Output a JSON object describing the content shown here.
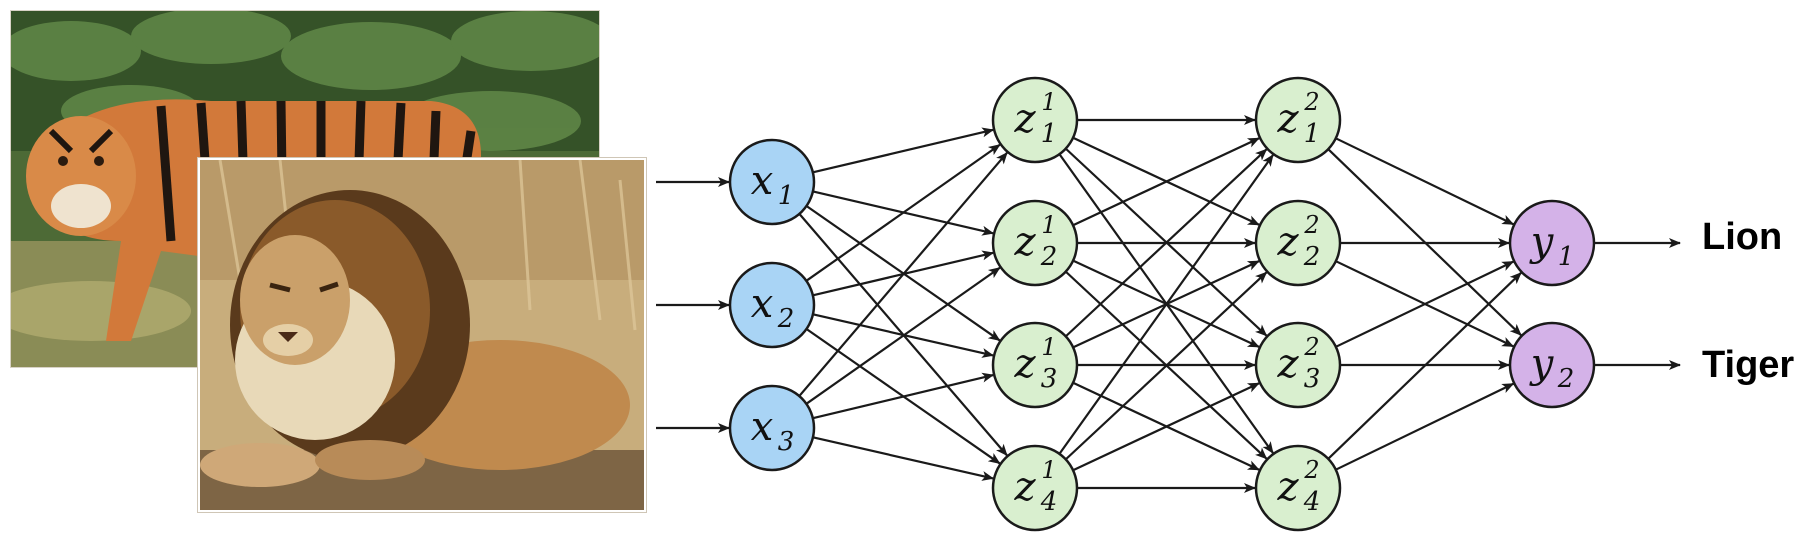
{
  "colors": {
    "input_fill": "#a9d4f5",
    "hidden_fill": "#d9efcf",
    "output_fill": "#d4b2e8",
    "stroke": "#1a1a1a"
  },
  "images": [
    {
      "name": "tiger-photo",
      "subject": "tiger"
    },
    {
      "name": "lion-photo",
      "subject": "lion"
    }
  ],
  "layers": [
    {
      "id": "input",
      "nodes": [
        {
          "base": "x",
          "sub": "1"
        },
        {
          "base": "x",
          "sub": "2"
        },
        {
          "base": "x",
          "sub": "3"
        }
      ]
    },
    {
      "id": "hidden1",
      "nodes": [
        {
          "base": "z",
          "sub": "1",
          "sup": "1"
        },
        {
          "base": "z",
          "sub": "2",
          "sup": "1"
        },
        {
          "base": "z",
          "sub": "3",
          "sup": "1"
        },
        {
          "base": "z",
          "sub": "4",
          "sup": "1"
        }
      ]
    },
    {
      "id": "hidden2",
      "nodes": [
        {
          "base": "z",
          "sub": "1",
          "sup": "2"
        },
        {
          "base": "z",
          "sub": "2",
          "sup": "2"
        },
        {
          "base": "z",
          "sub": "3",
          "sup": "2"
        },
        {
          "base": "z",
          "sub": "4",
          "sup": "2"
        }
      ]
    },
    {
      "id": "output",
      "nodes": [
        {
          "base": "y",
          "sub": "1"
        },
        {
          "base": "y",
          "sub": "2"
        }
      ]
    }
  ],
  "outputs": {
    "lion": "Lion",
    "tiger": "Tiger"
  }
}
